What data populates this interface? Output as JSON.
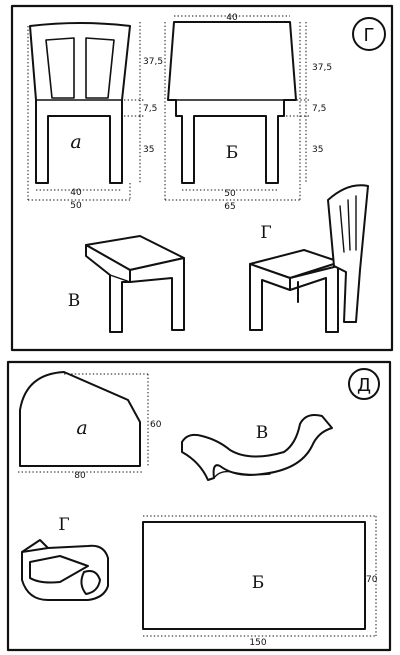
{
  "panel_top": {
    "badge": "Г",
    "labels": {
      "a": "а",
      "b": "Б",
      "v": "В",
      "g": "Г"
    },
    "dims_a": {
      "h1": "37,5",
      "h2": "7,5",
      "h3": "35",
      "w_inner": "40",
      "w_outer": "50"
    },
    "dims_b": {
      "top": "40",
      "h1": "37,5",
      "h2": "7,5",
      "h3": "35",
      "w_inner": "50",
      "w_outer": "65"
    }
  },
  "panel_bottom": {
    "badge": "Д",
    "labels": {
      "a": "а",
      "b": "Б",
      "v": "В",
      "g": "Г"
    },
    "dims_a": {
      "h": "60",
      "w": "80"
    },
    "dims_b": {
      "h": "70",
      "w": "150"
    }
  }
}
